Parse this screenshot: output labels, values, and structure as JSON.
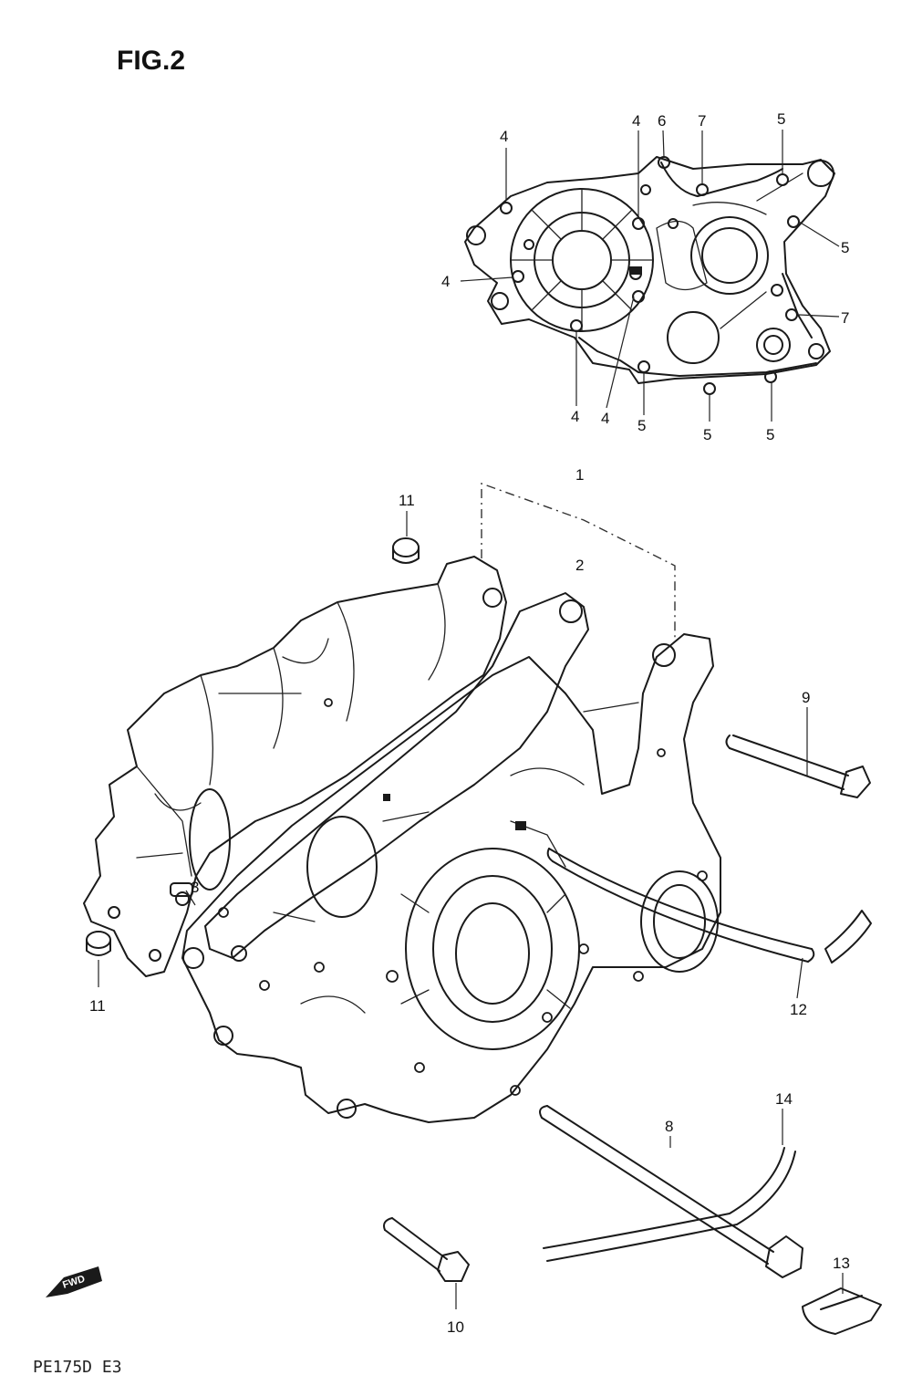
{
  "title": "FIG.2",
  "footer": "PE175D E3",
  "fwd_label": "FWD",
  "callouts": {
    "c1": "1",
    "c2": "2",
    "c3": "3",
    "c4a": "4",
    "c4b": "4",
    "c4c": "4",
    "c4d": "4",
    "c4e": "4",
    "c5a": "5",
    "c5b": "5",
    "c5c": "5",
    "c5d": "5",
    "c5e": "5",
    "c6": "6",
    "c7a": "7",
    "c7b": "7",
    "c8": "8",
    "c9": "9",
    "c10": "10",
    "c11a": "11",
    "c11b": "11",
    "c12": "12",
    "c13": "13",
    "c14": "14"
  }
}
